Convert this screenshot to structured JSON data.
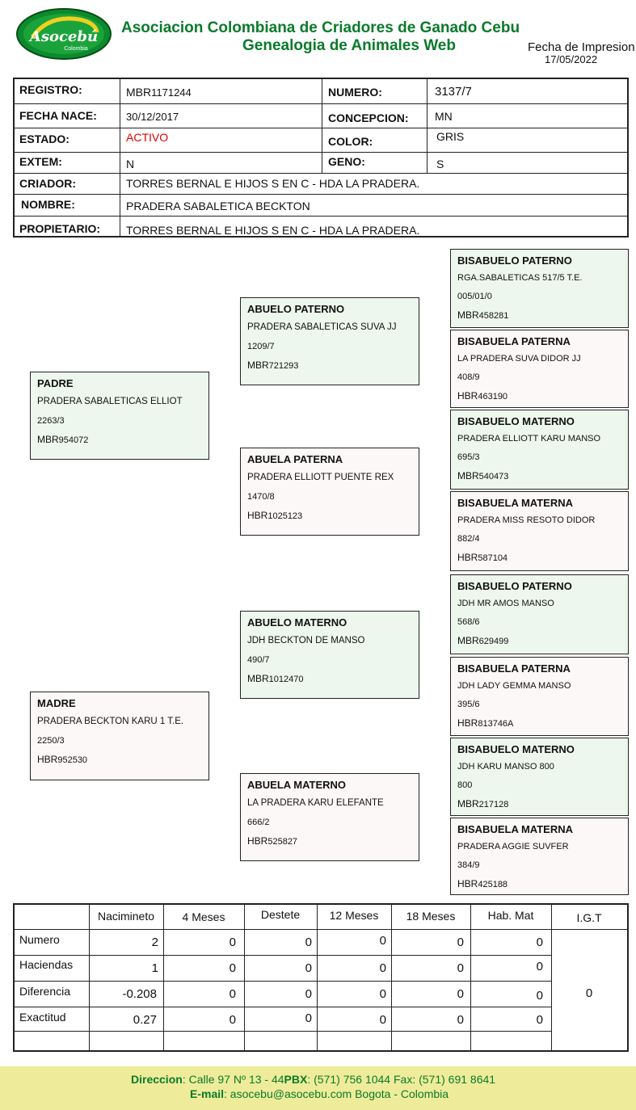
{
  "header": {
    "logo_text": "Asocebú",
    "logo_subtext": "Colombia",
    "title_line1": "Asociacion Colombiana de Criadores de Ganado Cebu",
    "title_line2": "Genealogia de Animales Web",
    "print_label": "Fecha de Impresion",
    "print_date": "17/05/2022"
  },
  "info": {
    "registro_label": "REGISTRO:",
    "registro_prefix": "MBR",
    "registro_value": "1171244",
    "numero_label": "NUMERO:",
    "numero_value": "3137/7",
    "fecha_label": "FECHA NACE:",
    "fecha_value": "30/12/2017",
    "concepcion_label": "CONCEPCION:",
    "concepcion_value": "MN",
    "estado_label": "ESTADO:",
    "estado_value": "ACTIVO",
    "color_label": "COLOR:",
    "color_value": "GRIS",
    "extem_label": "EXTEM:",
    "extem_value": "N",
    "geno_label": "GENO:",
    "geno_value": "S",
    "criador_label": "CRIADOR:",
    "criador_value": "TORRES BERNAL E HIJOS S EN C - HDA LA PRADERA.",
    "nombre_label": "NOMBRE:",
    "nombre_value": "PRADERA SABALETICA BECKTON",
    "propietario_label": "PROPIETARIO:",
    "propietario_value": "TORRES BERNAL E HIJOS S EN C - HDA LA PRADERA."
  },
  "pedigree": {
    "padre": {
      "title": "PADRE",
      "name": "PRADERA SABALETICAS ELLIOT",
      "number": "2263/3",
      "reg_prefix": "MBR",
      "reg": "954072"
    },
    "madre": {
      "title": "MADRE",
      "name": "PRADERA BECKTON KARU 1 T.E.",
      "number": "2250/3",
      "reg_prefix": "HBR",
      "reg": "952530"
    },
    "abuelo_paterno": {
      "title": "ABUELO PATERNO",
      "name": "PRADERA SABALETICAS SUVA JJ",
      "number": "1209/7",
      "reg_prefix": "MBR",
      "reg": "721293"
    },
    "abuela_paterna": {
      "title": "ABUELA PATERNA",
      "name": "PRADERA ELLIOTT PUENTE REX",
      "number": "1470/8",
      "reg_prefix": "HBR",
      "reg": "1025123"
    },
    "abuelo_materno": {
      "title": "ABUELO MATERNO",
      "name": "JDH BECKTON DE MANSO",
      "number": "490/7",
      "reg_prefix": "MBR",
      "reg": "1012470"
    },
    "abuela_materna": {
      "title": "ABUELA MATERNO",
      "name": "LA PRADERA KARU ELEFANTE",
      "number": "666/2",
      "reg_prefix": "HBR",
      "reg": "525827"
    },
    "bisabuelos": [
      {
        "title": "BISABUELO PATERNO",
        "name": "RGA.SABALETICAS 517/5  T.E.",
        "number": "005/01/0",
        "reg_prefix": "MBR",
        "reg": "458281"
      },
      {
        "title": "BISABUELA PATERNA",
        "name": "LA PRADERA SUVA DIDOR JJ",
        "number": "408/9",
        "reg_prefix": "HBR",
        "reg": "463190"
      },
      {
        "title": "BISABUELO MATERNO",
        "name": "PRADERA ELLIOTT KARU MANSO",
        "number": "695/3",
        "reg_prefix": "MBR",
        "reg": "540473"
      },
      {
        "title": "BISABUELA MATERNA",
        "name": "PRADERA MISS RESOTO DIDOR",
        "number": "882/4",
        "reg_prefix": "HBR",
        "reg": "587104"
      },
      {
        "title": "BISABUELO PATERNO",
        "name": "JDH MR AMOS MANSO",
        "number": "568/6",
        "reg_prefix": "MBR",
        "reg": "629499"
      },
      {
        "title": "BISABUELA PATERNA",
        "name": "JDH LADY GEMMA MANSO",
        "number": "395/6",
        "reg_prefix": "HBR",
        "reg": "813746A"
      },
      {
        "title": "BISABUELO MATERNO",
        "name": "JDH KARU MANSO 800",
        "number": "800",
        "reg_prefix": "MBR",
        "reg": "217128"
      },
      {
        "title": "BISABUELA MATERNA",
        "name": "PRADERA AGGIE SUVFER",
        "number": "384/9",
        "reg_prefix": "HBR",
        "reg": "425188"
      }
    ]
  },
  "stats": {
    "columns": [
      "Nacimineto",
      "4 Meses",
      "Destete",
      "12 Meses",
      "18 Meses",
      "Hab. Mat",
      "I.G.T"
    ],
    "rows": [
      {
        "label": "Numero",
        "values": [
          "2",
          "0",
          "0",
          "0",
          "0",
          "0"
        ]
      },
      {
        "label": "Haciendas",
        "values": [
          "1",
          "0",
          "0",
          "0",
          "0",
          "0"
        ]
      },
      {
        "label": "Diferencia",
        "values": [
          "-0.208",
          "0",
          "0",
          "0",
          "0",
          "0"
        ]
      },
      {
        "label": "Exactitud",
        "values": [
          "0.27",
          "0",
          "0",
          "0",
          "0",
          "0"
        ]
      }
    ],
    "igt_value": "0"
  },
  "footer": {
    "direccion_label": "Direccion",
    "direccion_value": ": Calle 97 Nº  13 - 44",
    "pbx_label": "PBX",
    "pbx_value": ": (571) 756 1044 Fax: (571) 691 8641",
    "email_label": "E-mail",
    "email_value": ": asocebu@asocebu.com Bogota - Colombia"
  }
}
